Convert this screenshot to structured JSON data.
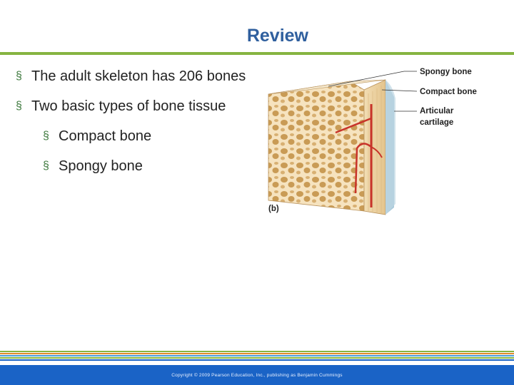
{
  "slide": {
    "title": "Review",
    "bullets": [
      {
        "text": "The adult skeleton has 206 bones"
      },
      {
        "text": "Two basic types of bone tissue"
      }
    ],
    "sub_bullets": [
      {
        "text": "Compact bone"
      },
      {
        "text": "Spongy bone"
      }
    ],
    "bullet_glyph": "§"
  },
  "figure": {
    "panel_label": "(b)",
    "callouts": {
      "spongy": "Spongy bone",
      "compact": "Compact bone",
      "articular_1": "Articular",
      "articular_2": "cartilage"
    }
  },
  "footer": {
    "copyright": "Copyright © 2009 Pearson Education, Inc., publishing as Benjamin Cummings"
  },
  "colors": {
    "title": "#2f5f9e",
    "accent_green": "#86b441",
    "footer_blue": "#1a63c6",
    "stripes": [
      "#86b441",
      "#e08a2a",
      "#4a9fd8",
      "#86b441",
      "#1a63c6"
    ]
  }
}
